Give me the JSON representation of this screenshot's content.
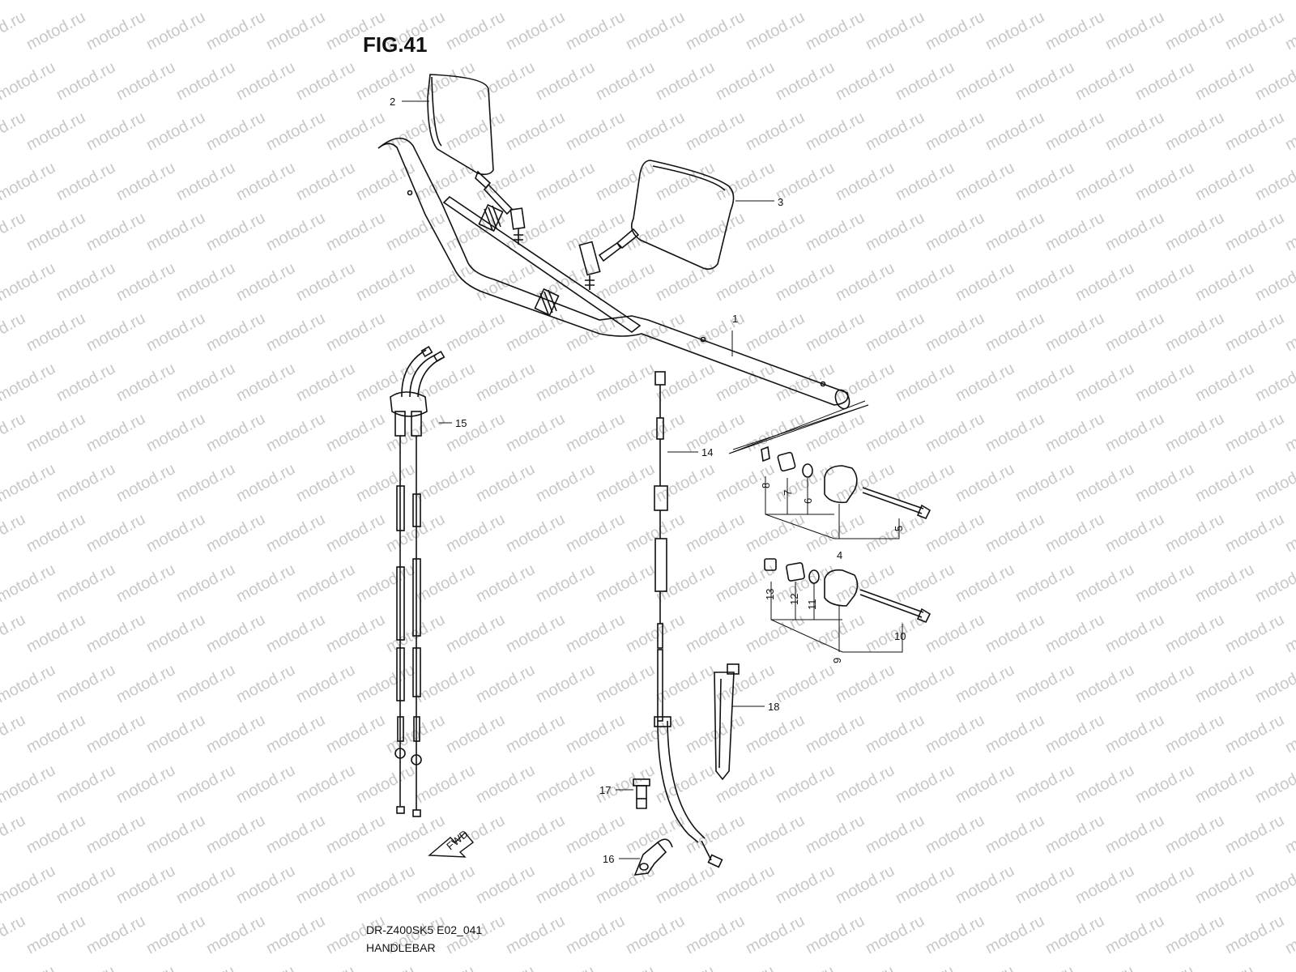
{
  "figure_title": "FIG.41",
  "model_code": "DR-Z400SK5 E02_041",
  "caption": "HANDLEBAR",
  "watermark_text": "motod.ru",
  "fwd_label": "FWD",
  "callouts": [
    "1",
    "2",
    "3",
    "4",
    "5",
    "6",
    "7",
    "8",
    "9",
    "10",
    "11",
    "12",
    "13",
    "14",
    "15",
    "16",
    "17",
    "18"
  ],
  "colors": {
    "line": "#111111",
    "watermark": "#c8c8c8",
    "background": "#ffffff"
  }
}
